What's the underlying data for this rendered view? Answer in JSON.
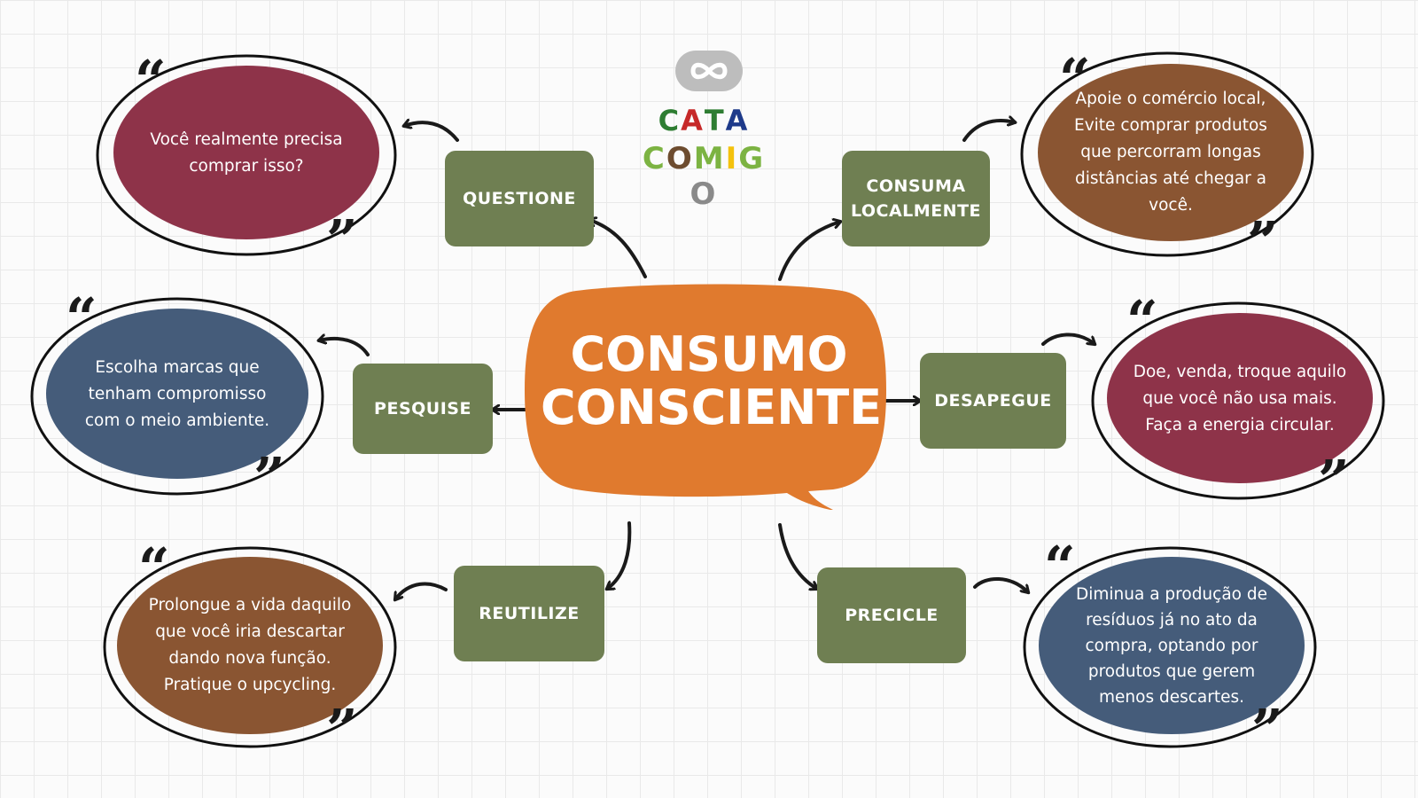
{
  "logo": {
    "line1": [
      "C",
      "A",
      "T",
      "A"
    ],
    "line2": [
      "C",
      "O",
      "M",
      "I",
      "G",
      "O"
    ],
    "letter_colors": {
      "line1": [
        "#2e7d32",
        "#c62828",
        "#2e7d32",
        "#1e3a8a"
      ],
      "line2": [
        "#7cb342",
        "#6d4c2f",
        "#7cb342",
        "#f4c20d",
        "#7cb342",
        "#8a8a8a"
      ]
    }
  },
  "center": {
    "title_line1": "CONSUMO",
    "title_line2": "CONSCIENTE",
    "color": "#e07a2e"
  },
  "actions": [
    {
      "id": "questione",
      "lines": [
        "QUESTIONE"
      ]
    },
    {
      "id": "consuma",
      "lines": [
        "CONSUMA",
        "LOCALMENTE"
      ]
    },
    {
      "id": "pesquise",
      "lines": [
        "PESQUISE"
      ]
    },
    {
      "id": "desapegue",
      "lines": [
        "DESAPEGUE"
      ]
    },
    {
      "id": "reutilize",
      "lines": [
        "REUTILIZE"
      ]
    },
    {
      "id": "precicle",
      "lines": [
        "PRECICLE"
      ]
    }
  ],
  "quotes": [
    {
      "id": "questione",
      "color": "#8e3349",
      "lines": [
        "Você realmente precisa",
        "comprar isso?"
      ]
    },
    {
      "id": "consuma",
      "color": "#8a5532",
      "lines": [
        "Apoie o comércio local,",
        "Evite comprar produtos",
        "que percorram longas",
        "distâncias até chegar a",
        "você."
      ]
    },
    {
      "id": "pesquise",
      "color": "#455c7a",
      "lines": [
        "Escolha marcas que",
        "tenham compromisso",
        "com o meio ambiente."
      ]
    },
    {
      "id": "desapegue",
      "color": "#8e3349",
      "lines": [
        "Doe, venda, troque aquilo",
        "que você não usa mais.",
        "Faça a energia circular."
      ]
    },
    {
      "id": "reutilize",
      "color": "#8a5532",
      "lines": [
        "Prolongue a vida daquilo",
        "que você iria descartar",
        "dando nova função.",
        "Pratique o upcycling."
      ]
    },
    {
      "id": "precicle",
      "color": "#455c7a",
      "lines": [
        "Diminua a produção de",
        "resíduos já no ato da",
        "compra, optando por",
        "produtos que gerem",
        "menos descartes."
      ]
    }
  ],
  "quote_marks": {
    "open": "“",
    "close": "”"
  },
  "box_color": "#6f7f52"
}
